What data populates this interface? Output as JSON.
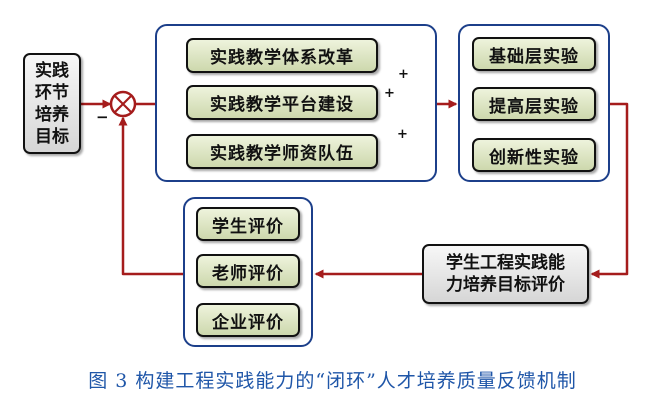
{
  "nodes": {
    "goal": "实践\n环节\n培养\n目标",
    "reform_system": "实践教学体系改革",
    "reform_platform": "实践教学平台建设",
    "reform_faculty": "实践教学师资队伍",
    "exp_basic": "基础层实验",
    "exp_advanced": "提高层实验",
    "exp_innovative": "创新性实验",
    "ability_goal": "学生工程实践能\n力培养目标评价",
    "eval_student": "学生评价",
    "eval_teacher": "老师评价",
    "eval_enterprise": "企业评价"
  },
  "signs": {
    "plus": "+",
    "minus": "−"
  },
  "caption": "图 3 构建工程实践能力的“闭环”人才培养质量反馈机制",
  "colors": {
    "arrow": "#a51c1c",
    "group_border": "#1c3f8a",
    "caption": "#1f56a8"
  }
}
